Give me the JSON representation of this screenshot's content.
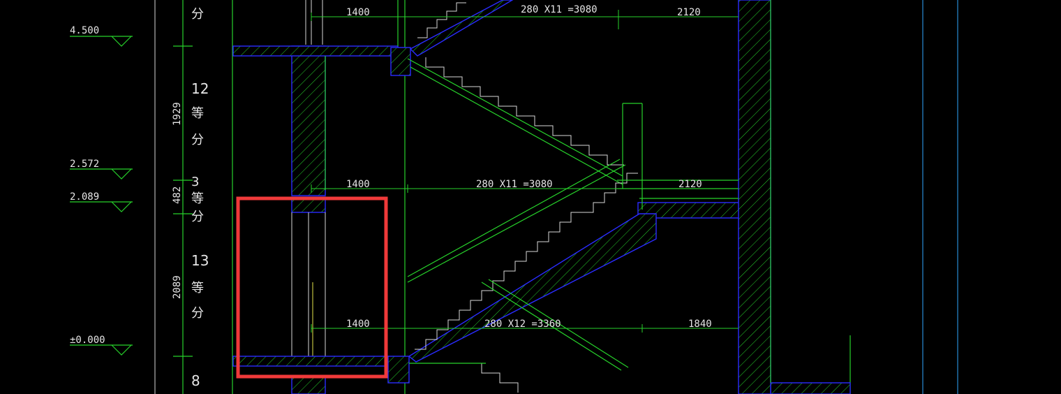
{
  "levels": {
    "l1": "4.500",
    "l2": "2.572",
    "l3": "2.089",
    "l4": "±0.000"
  },
  "vertical_dims": {
    "d1": "1929",
    "d2": "482",
    "d3": "2089"
  },
  "division_labels": {
    "top_char": "分",
    "n12": "12",
    "n13": "13",
    "n3": "3",
    "n8": "8",
    "deng": "等",
    "fen": "分"
  },
  "horizontal_dims": {
    "top_landing": "1400",
    "top_run": "280 X11 =3080",
    "top_right": "2120",
    "mid_landing": "1400",
    "mid_run": "280 X11 =3080",
    "mid_right": "2120",
    "bot_landing": "1400",
    "bot_run": "280 X12 =3360",
    "bot_right": "1840"
  },
  "highlight": {
    "color": "#f03a3a"
  },
  "colors": {
    "line": "#27d22b",
    "wall": "#2a2cff",
    "text": "#e6e6e6",
    "guide": "#31a9ff"
  }
}
